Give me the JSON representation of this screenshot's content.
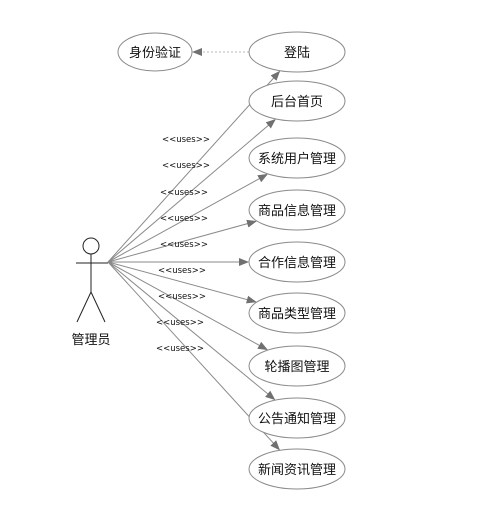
{
  "diagram": {
    "actor": {
      "label": "管理员"
    },
    "auth_case": {
      "label": "身份验证"
    },
    "use_cases": [
      {
        "label": "登陆",
        "stereotype": "<<uses>>"
      },
      {
        "label": "后台首页",
        "stereotype": "<<uses>>"
      },
      {
        "label": "系统用户管理",
        "stereotype": "<<uses>>"
      },
      {
        "label": "商品信息管理",
        "stereotype": "<<uses>>"
      },
      {
        "label": "合作信息管理",
        "stereotype": "<<uses>>"
      },
      {
        "label": "商品类型管理",
        "stereotype": "<<uses>>"
      },
      {
        "label": "轮播图管理",
        "stereotype": "<<uses>>"
      },
      {
        "label": "公告通知管理",
        "stereotype": "<<uses>>"
      },
      {
        "label": "新闻资讯管理",
        "stereotype": "<<uses>>"
      }
    ],
    "colors": {
      "line": "#8a8a8a",
      "shape_stroke": "#8a8a8a",
      "fill": "#ffffff",
      "text": "#111111"
    }
  }
}
